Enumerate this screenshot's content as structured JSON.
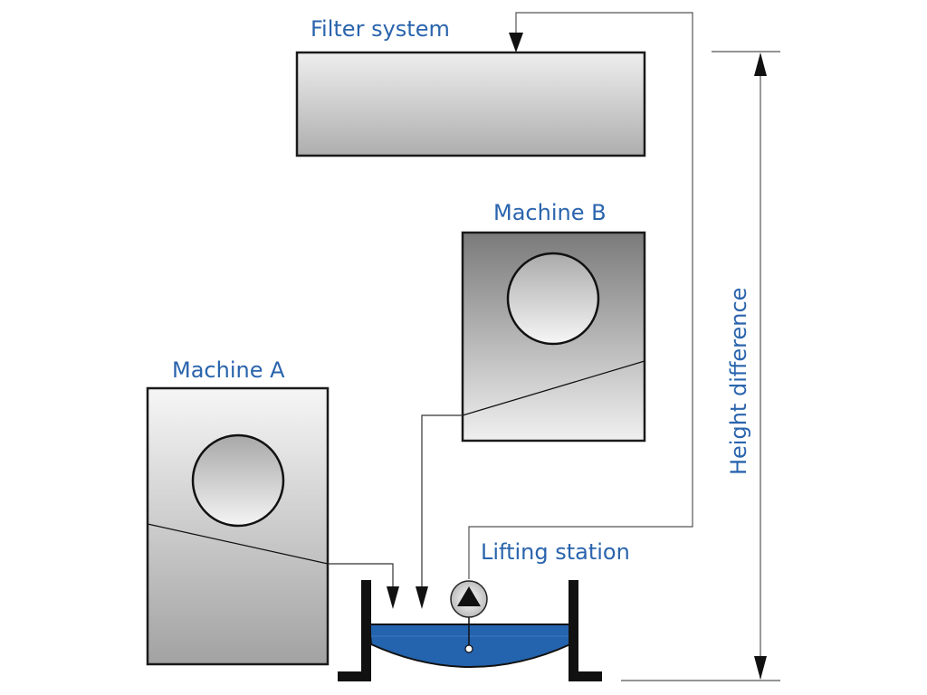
{
  "labels": {
    "filter_system": "Filter system",
    "machine_a": "Machine A",
    "machine_b": "Machine B",
    "lifting_station": "Lifting station",
    "height_difference": "Height difference"
  },
  "colors": {
    "label": "#2a64ad",
    "water": "#2463ad",
    "line": "#1a1a1a"
  }
}
